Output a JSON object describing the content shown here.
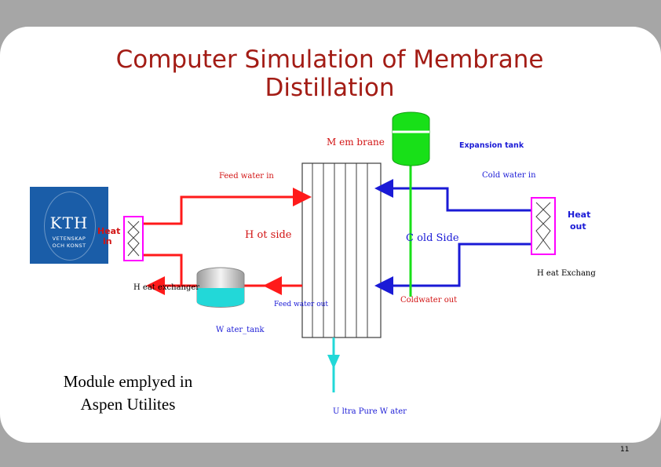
{
  "slide": {
    "title_line1": "Computer Simulation of Membrane",
    "title_line2": "Distillation",
    "caption_line1": "Module emplyed in",
    "caption_line2": "Aspen Utilites",
    "page_number": "11"
  },
  "logo": {
    "text": "KTH",
    "sub1": "VETENSKAP",
    "sub2": "OCH KONST",
    "color": "#1a5da8"
  },
  "diagram": {
    "labels": {
      "membrane": "M em brane",
      "expansion_tank": "Expansion tank",
      "feed_water_in": "Feed water in",
      "cold_water_in": "Cold water in",
      "heat_in_1": "Heat",
      "heat_in_2": "in",
      "heat_out_1": "Heat",
      "heat_out_2": "out",
      "hot_side": "H ot side",
      "cold_side": "C old Side",
      "heat_exchanger_left": "H eat exchanger",
      "heat_exchanger_right": "H eat Exchang",
      "feed_water_out": "Feed water out",
      "cold_water_out": "Coldwater out",
      "water_tank": "W ater_tank",
      "ultra_pure_water": "U ltra Pure W ater"
    },
    "colors": {
      "hot": "#ff1a1a",
      "cold": "#1a1ad6",
      "label_red": "#d21414",
      "label_blue": "#1a1ad6",
      "green": "#18e018",
      "cyan": "#22d8d8",
      "magenta": "#ff00ff",
      "title": "#a31c15"
    }
  }
}
